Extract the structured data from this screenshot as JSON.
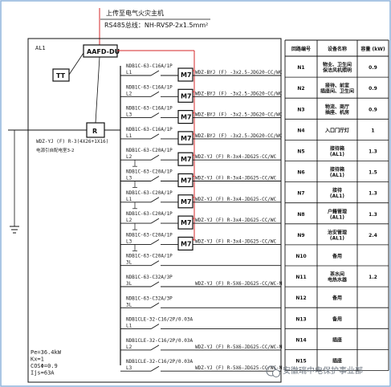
{
  "header": {
    "line1": "上传至电气火灾主机",
    "line2": "RS485总线：NH-RVSP-2x1.5mm²"
  },
  "panel": {
    "name": "AL1",
    "aafd": "AAFD-DU",
    "tt": "TT",
    "r": "R",
    "incoming_cable": "WDZ-YJ (F) R-3(4X26+1X16)",
    "incoming_source": "电源引自配电室3-2",
    "params": [
      "Pe=36.4kW",
      "Kx=1",
      "COSΦ=0.9",
      "Ijs=63A"
    ]
  },
  "monitor_label": "M7",
  "circuits": [
    {
      "breaker": "NDB1C-63-C16A/1P",
      "phase": "L1",
      "cable": "WDZ-BYJ (F) -3x2.5-JDG20-CC/WC",
      "monitor": true
    },
    {
      "breaker": "NDB1C-63-C16A/1P",
      "phase": "L2",
      "cable": "WDZ-BYJ (F) -3x2.5-JDG20-CC/WC",
      "monitor": true
    },
    {
      "breaker": "NDB1C-63-C16A/1P",
      "phase": "L3",
      "cable": "WDZ-BYJ (F) -3x2.5-JDG20-CC/WC",
      "monitor": true
    },
    {
      "breaker": "NDB1C-63-C16A/1P",
      "phase": "L1",
      "cable": "WDZ-BYJ (F) -3x2.5-JDG20-CC/WC",
      "monitor": true
    },
    {
      "breaker": "NDB1C-63-C20A/1P",
      "phase": "L2",
      "cable": "WDZ-YJ (F) R-3x4-JDG25-CC/WC",
      "monitor": true
    },
    {
      "breaker": "NDB1C-63-C20A/1P",
      "phase": "L3",
      "cable": "WDZ-YJ (F) R-3x4-JDG25-CC/WC",
      "monitor": true
    },
    {
      "breaker": "NDB1C-63-C20A/1P",
      "phase": "L1",
      "cable": "WDZ-YJ (F) R-3x4-JDG25-CC/WC",
      "monitor": true
    },
    {
      "breaker": "NDB1C-63-C20A/1P",
      "phase": "L2",
      "cable": "WDZ-YJ (F) R-3x4-JDG25-CC/WC",
      "monitor": true
    },
    {
      "breaker": "NDB1C-63-C20A/1P",
      "phase": "L3",
      "cable": "WDZ-YJ (F) R-3x4-JDG25-CC/WC",
      "monitor": true
    },
    {
      "breaker": "NDB1C-63-C20A/1P",
      "phase": "3L",
      "cable": "",
      "monitor": false
    },
    {
      "breaker": "NDB1C-63-C32A/3P",
      "phase": "3L",
      "cable": "WDZ-YJ (F) R-5X6-JDG25-CC/WC-M",
      "monitor": false
    },
    {
      "breaker": "NDB1C-63-C32A/3P",
      "phase": "3L",
      "cable": "",
      "monitor": false
    },
    {
      "breaker": "NDB1CLE-32-C16/2P/0.03A",
      "phase": "L1",
      "cable": "",
      "monitor": false
    },
    {
      "breaker": "NDB1CLE-32-C16/2P/0.03A",
      "phase": "L2",
      "cable": "WDZ-YJ (F) R-5X6-JDG25-CC/WC-M",
      "monitor": false
    },
    {
      "breaker": "NDB1CLE-32-C16/2P/0.03A",
      "phase": "L3",
      "cable": "WDZ-YJ (F) R-5X6-JDG25-CC/WC-M",
      "monitor": false
    }
  ],
  "table": {
    "headers": [
      "回路编号",
      "设备名称",
      "容量 (kW)"
    ],
    "rows": [
      {
        "id": "N1",
        "name": "物业、卫生间  保洁风机照明",
        "cap": "0.9"
      },
      {
        "id": "N2",
        "name": "接待、前室  插座间、卫生间",
        "cap": "0.9"
      },
      {
        "id": "N3",
        "name": "物流、商厅  插座、机房",
        "cap": "0.9"
      },
      {
        "id": "N4",
        "name": "入口门厅灯",
        "cap": "1"
      },
      {
        "id": "N5",
        "name": "接待箱  (AL1)",
        "cap": "1.3"
      },
      {
        "id": "N6",
        "name": "接待箱  (AL1)",
        "cap": "1.5"
      },
      {
        "id": "N7",
        "name": "接待  (AL1)",
        "cap": "1.3"
      },
      {
        "id": "N8",
        "name": "户籍管理  (AL1)",
        "cap": "1.3"
      },
      {
        "id": "N9",
        "name": "治安管理  (AL1)",
        "cap": "2.4"
      },
      {
        "id": "N10",
        "name": "备用",
        "cap": ""
      },
      {
        "id": "N11",
        "name": "茶水间  电热水器",
        "cap": "1.2"
      },
      {
        "id": "N12",
        "name": "备用",
        "cap": ""
      },
      {
        "id": "N13",
        "name": "备用",
        "cap": ""
      },
      {
        "id": "N14",
        "name": "插座",
        "cap": ""
      },
      {
        "id": "N15",
        "name": "插座",
        "cap": ""
      }
    ]
  },
  "watermark": "安徽瑞中电保护事业部",
  "colors": {
    "accent": "#d62728",
    "line": "#111111"
  }
}
